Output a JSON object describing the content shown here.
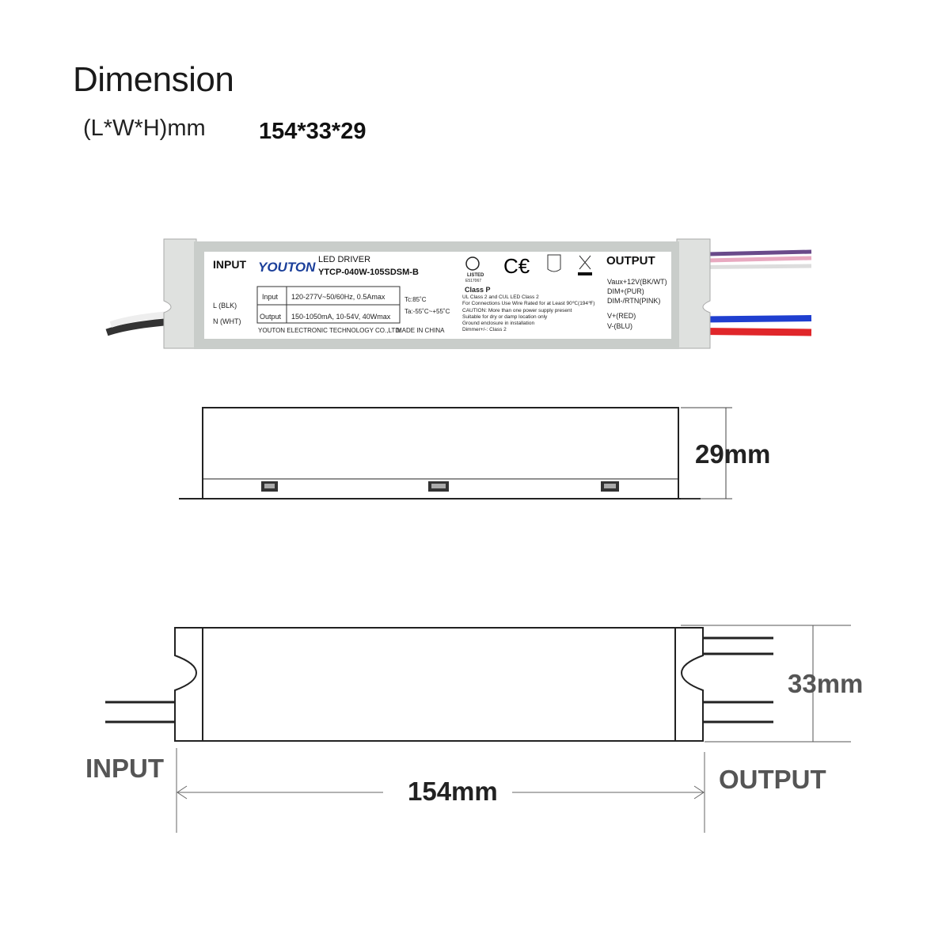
{
  "header": {
    "title": "Dimension",
    "dims_label": "(L*W*H)mm",
    "dims_value": "154*33*29"
  },
  "label": {
    "input_heading": "INPUT",
    "brand": "YOUTON",
    "product_type": "LED DRIVER",
    "model": "YTCP-040W-105SDSM-B",
    "l_wire": "L (BLK)",
    "n_wire": "N (WHT)",
    "spec_rows": [
      {
        "name": "Input",
        "value": "120-277V~50/60Hz, 0.5Amax"
      },
      {
        "name": "Output",
        "value": "150-1050mA, 10-54V, 40Wmax"
      }
    ],
    "tc": "Tc:85˚C",
    "ta": "Ta:-55˚C~+55˚C",
    "company": "YOUTON ELECTRONIC TECHNOLOGY CO.,LTD.",
    "made_in": "MADE IN CHINA",
    "ul_listed": "LISTED",
    "ul_file": "E517067",
    "class": "Class P",
    "notes": [
      "UL Class 2 and CUL LED Class 2",
      "For Connections Use Wire Rated for at Least 90℃(194℉)",
      "CAUTION: More than one power supply present",
      "Suitable for dry or damp location only",
      "Ground enclosure in installation",
      "Dimmer+/-: Class 2"
    ],
    "output_heading": "OUTPUT",
    "outputs": [
      "Vaux+12V(BK/WT)",
      "DIM+(PUR)",
      "DIM-/RTN(PINK)",
      "V+(RED)",
      "V-(BLU)"
    ]
  },
  "drawing": {
    "height_label": "29mm",
    "width_label": "33mm",
    "length_label": "154mm",
    "input_label": "INPUT",
    "output_label": "OUTPUT"
  },
  "colors": {
    "body": "#c9cdca",
    "wire_red": "#e0262a",
    "wire_blue": "#1f3fd0",
    "wire_purple": "#6a4a8a",
    "wire_pink": "#e8a9c0"
  }
}
